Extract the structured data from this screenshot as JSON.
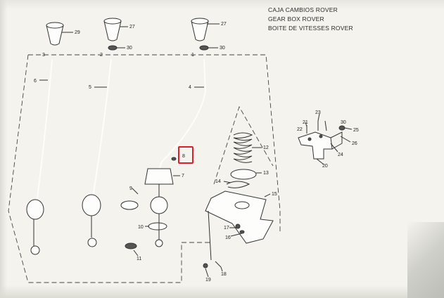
{
  "title": {
    "line1": "CAJA CAMBIOS ROVER",
    "line2": "GEAR BOX ROVER",
    "line3": "BOITE DE VITESSES ROVER"
  },
  "callouts": {
    "c1": "1",
    "c2": "2",
    "c3": "3",
    "c4": "4",
    "c5": "5",
    "c6": "6",
    "c7": "7",
    "c8": "8",
    "c9": "9",
    "c10": "10",
    "c11": "11",
    "c12": "12",
    "c13": "13",
    "c14": "14",
    "c15": "15",
    "c16": "16",
    "c17": "17",
    "c18": "18",
    "c19": "19",
    "c20": "20",
    "c21": "21",
    "c22": "22",
    "c23": "23",
    "c24": "24",
    "c25": "25",
    "c26": "26",
    "c27a": "27",
    "c27b": "27",
    "c29": "29",
    "c30a": "30",
    "c30b": "30",
    "c30c": "30"
  },
  "highlighted_callout": "8",
  "colors": {
    "line": "#333333",
    "paper": "#f4f3ee",
    "highlight": "#e11d2a"
  }
}
